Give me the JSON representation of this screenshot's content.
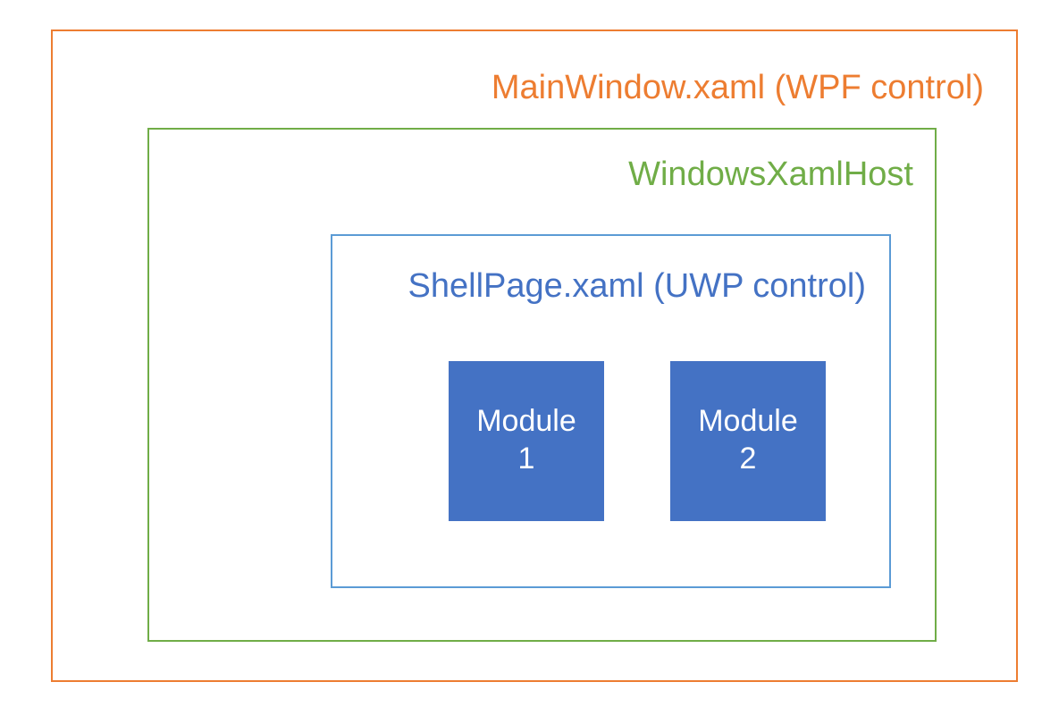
{
  "diagram": {
    "title": "MainWindow.xaml (WPF control)",
    "layers": [
      {
        "label": "MainWindow.xaml (WPF control)",
        "color": "#ED7D31",
        "name": "mainwindow-wpf-layer"
      },
      {
        "label": "WindowsXamlHost",
        "color": "#70AD47",
        "name": "windowsxamlhost-layer"
      },
      {
        "label": "ShellPage.xaml (UWP control)",
        "color": "#4472C4",
        "border_color": "#5B9BD5",
        "name": "shellpage-uwp-layer"
      }
    ],
    "modules": [
      {
        "line1": "Module",
        "line2": "1",
        "fill": "#4472C4",
        "text_color": "#FFFFFF"
      },
      {
        "line1": "Module",
        "line2": "2",
        "fill": "#4472C4",
        "text_color": "#FFFFFF"
      }
    ],
    "background": "#FFFFFF"
  }
}
